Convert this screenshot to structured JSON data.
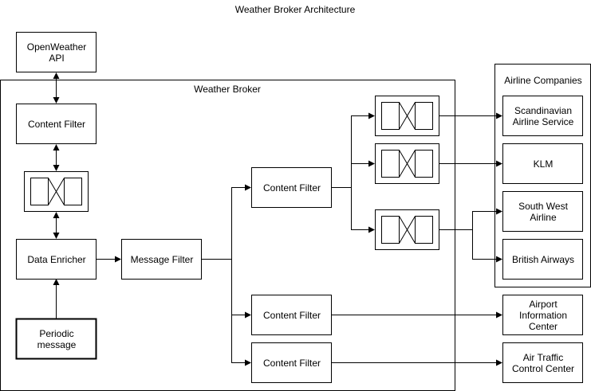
{
  "diagram": {
    "title": "Weather Broker Architecture",
    "openweather": "OpenWeather\nAPI",
    "broker_label": "Weather Broker",
    "airlines_label": "Airline Companies",
    "cf_top": "Content Filter",
    "data_enricher": "Data Enricher",
    "message_filter": "Message Filter",
    "periodic": "Periodic\nmessage",
    "cf_mid": "Content Filter",
    "cf_low1": "Content Filter",
    "cf_low2": "Content Filter",
    "sas": "Scandinavian\nAirline Service",
    "klm": "KLM",
    "southwest": "South West\nAirline",
    "british": "British Airways",
    "airport": "Airport\nInformation\nCenter",
    "atc": "Air Traffic\nControl Center"
  }
}
